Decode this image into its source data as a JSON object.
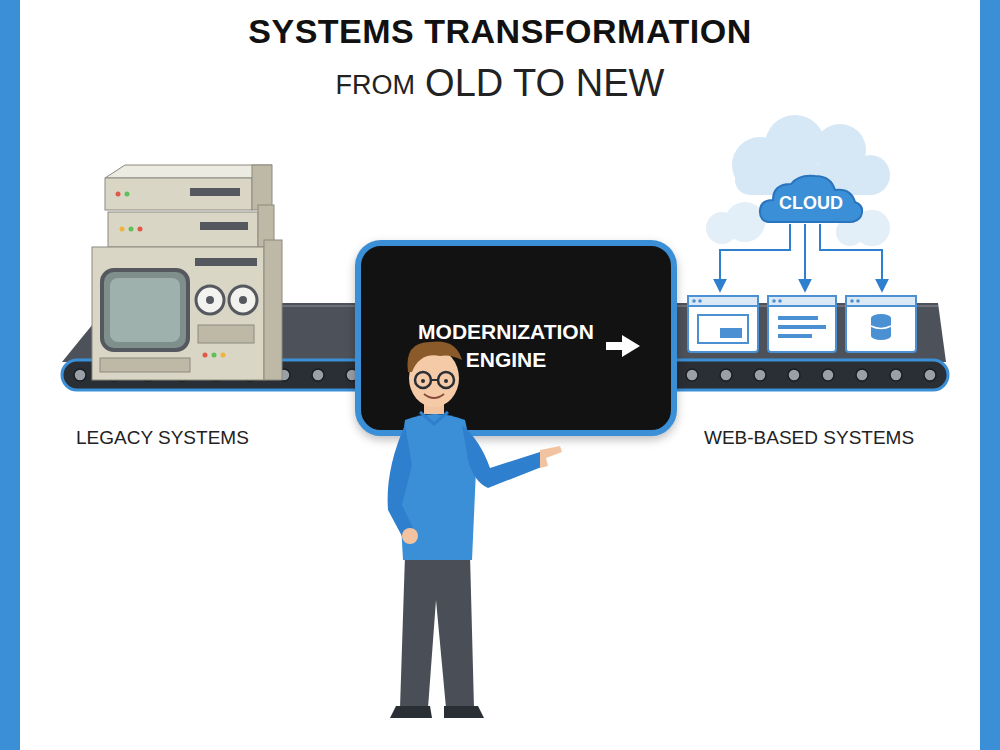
{
  "diagram": {
    "title": "SYSTEMS TRANSFORMATION",
    "nodes": [
      {
        "text": [
          "MODERNIZATION ENGINE"
        ]
      },
      {
        "text": [
          "CLOUD"
        ]
      }
    ],
    "labels": [
      "FROM",
      "OLD TO NEW",
      "LEGACY SYSTEMS",
      "WEB-BASED SYSTEMS"
    ]
  }
}
